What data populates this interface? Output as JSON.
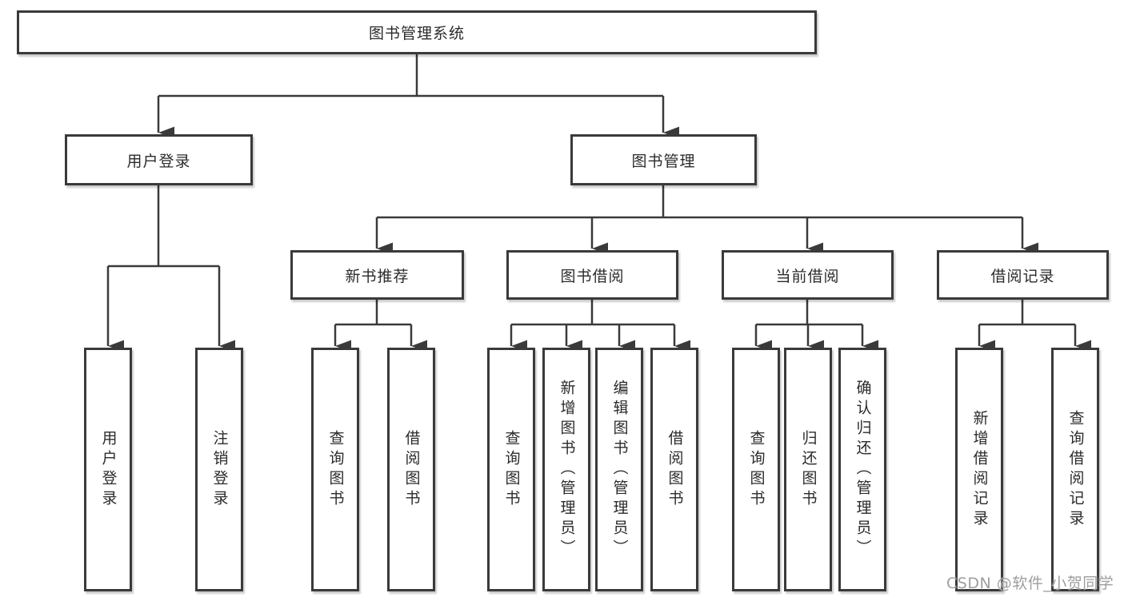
{
  "diagram": {
    "root": {
      "label": "图书管理系统"
    },
    "branches": [
      {
        "label": "用户登录",
        "leaves": [
          {
            "label": "用户登录"
          },
          {
            "label": "注销登录"
          }
        ]
      },
      {
        "label": "图书管理",
        "groups": [
          {
            "label": "新书推荐",
            "leaves": [
              {
                "label": "查询图书"
              },
              {
                "label": "借阅图书"
              }
            ]
          },
          {
            "label": "图书借阅",
            "leaves": [
              {
                "label": "查询图书"
              },
              {
                "label": "新增图书（管理员）"
              },
              {
                "label": "编辑图书（管理员）"
              },
              {
                "label": "借阅图书"
              }
            ]
          },
          {
            "label": "当前借阅",
            "leaves": [
              {
                "label": "查询图书"
              },
              {
                "label": "归还图书"
              },
              {
                "label": "确认归还（管理员）"
              }
            ]
          },
          {
            "label": "借阅记录",
            "leaves": [
              {
                "label": "新增借阅记录"
              },
              {
                "label": "查询借阅记录"
              }
            ]
          }
        ]
      }
    ]
  },
  "watermark": {
    "text": "CSDN @软件_小贺同学"
  },
  "colors": {
    "line": "#3a3a3a",
    "box_border": "#3a3a3a",
    "box_fill": "#ffffff",
    "text": "#2b2b2b",
    "background": "#ffffff",
    "watermark": "#9e9e9e"
  }
}
